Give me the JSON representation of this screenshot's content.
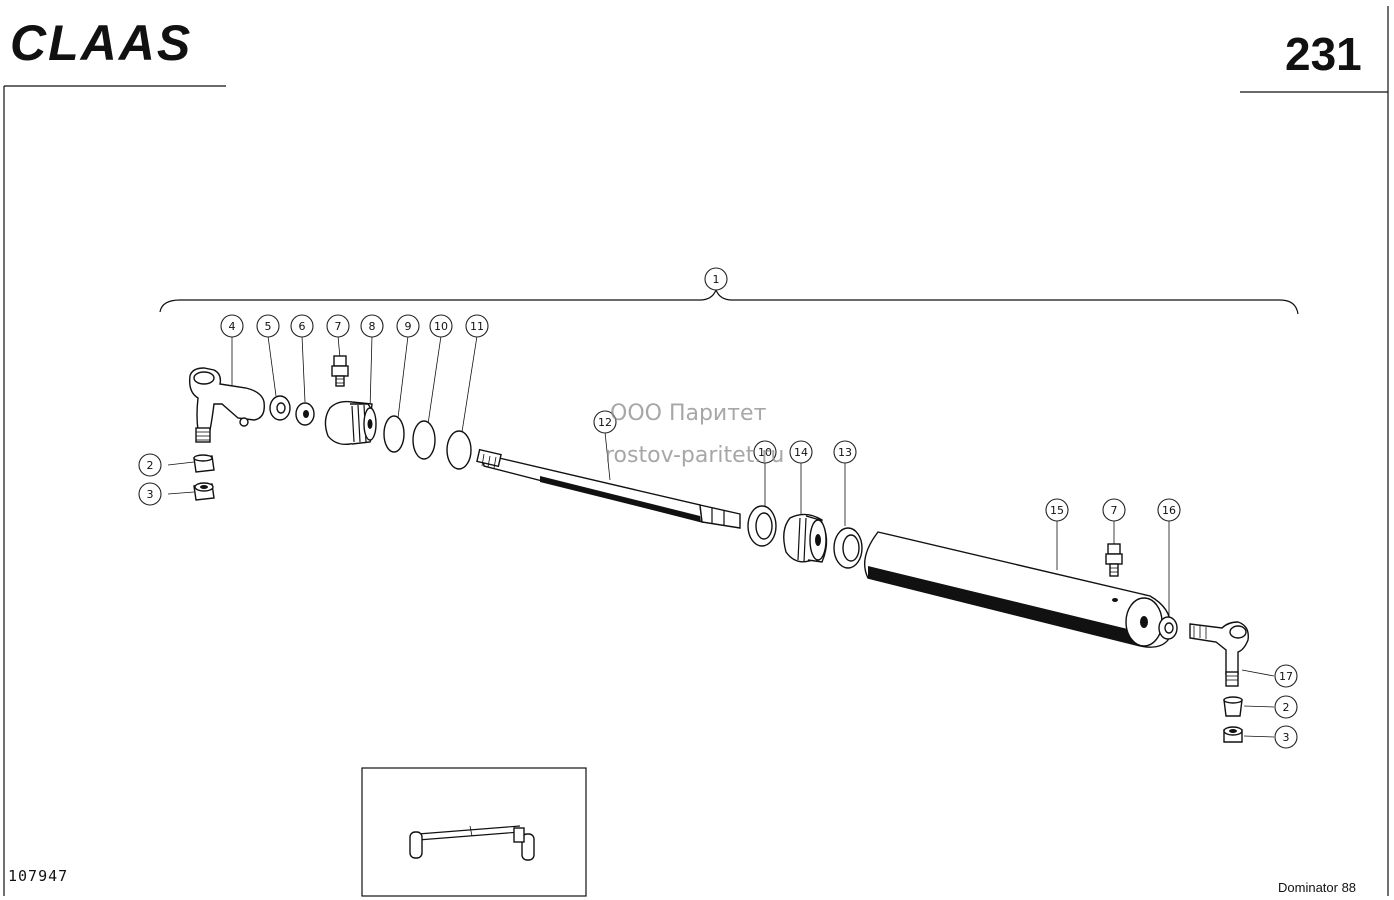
{
  "header": {
    "brand": "CLAAS",
    "page_number": "231"
  },
  "footer": {
    "reference_number": "107947",
    "model": "Dominator 88"
  },
  "watermark": {
    "line1": "ООО Паритет",
    "line2": "rostov-paritet.ru"
  },
  "callouts": [
    {
      "id": "c1",
      "label": "1"
    },
    {
      "id": "c2a",
      "label": "2"
    },
    {
      "id": "c3a",
      "label": "3"
    },
    {
      "id": "c4",
      "label": "4"
    },
    {
      "id": "c5",
      "label": "5"
    },
    {
      "id": "c6",
      "label": "6"
    },
    {
      "id": "c7a",
      "label": "7"
    },
    {
      "id": "c8",
      "label": "8"
    },
    {
      "id": "c9",
      "label": "9"
    },
    {
      "id": "c10",
      "label": "10"
    },
    {
      "id": "c11",
      "label": "11"
    },
    {
      "id": "c12",
      "label": "12"
    },
    {
      "id": "c10b",
      "label": "10"
    },
    {
      "id": "c14",
      "label": "14"
    },
    {
      "id": "c13",
      "label": "13"
    },
    {
      "id": "c15",
      "label": "15"
    },
    {
      "id": "c7b",
      "label": "7"
    },
    {
      "id": "c16",
      "label": "16"
    },
    {
      "id": "c17",
      "label": "17"
    },
    {
      "id": "c2b",
      "label": "2"
    },
    {
      "id": "c3b",
      "label": "3"
    }
  ]
}
